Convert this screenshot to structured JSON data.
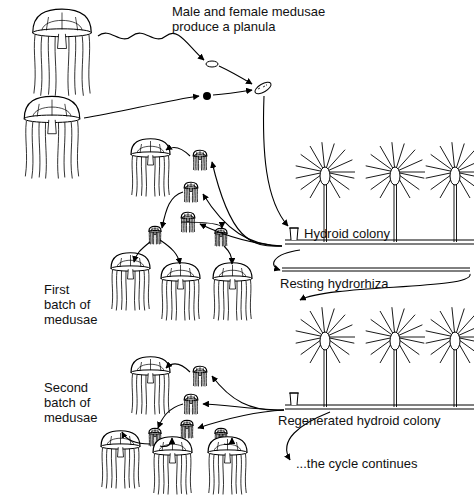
{
  "diagram": {
    "labels": [
      "Male and female medusae produce a planula",
      "Hydroid colony",
      "First batch of medusae",
      "Resting hydrorhiza",
      "Regenerated hydroid colony",
      "Second batch of medusae",
      "...the cycle continues"
    ]
  }
}
